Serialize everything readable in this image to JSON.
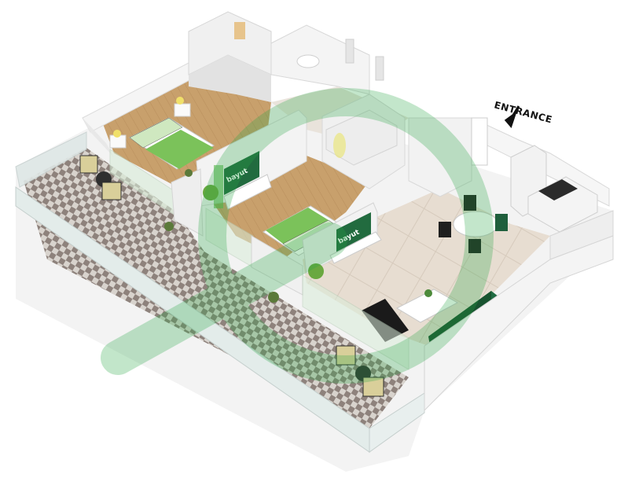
{
  "entrance_label": "ENTRANCE",
  "tv_brand": "bayut",
  "watermark": "bayut",
  "colors": {
    "wall": "#f2f2f2",
    "wall_shadow": "#d9d9d9",
    "wood_floor": "#c9a36f",
    "tile_floor": "#e6ddd2",
    "terrace_light": "#d6d2cc",
    "terrace_dark": "#8f8580",
    "bed_green": "#7bc25a",
    "sofa_green": "#1f6b42",
    "watermark_green": "#28a745"
  }
}
